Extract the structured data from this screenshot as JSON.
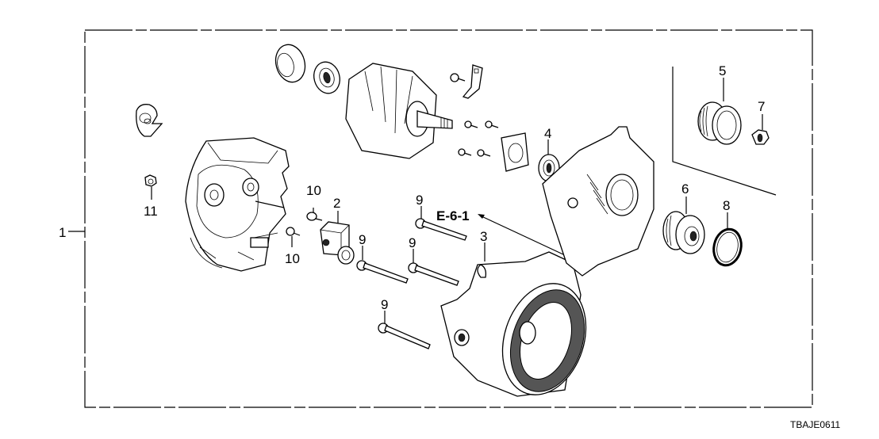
{
  "diagram": {
    "code": "TBAJE0611",
    "reference_label": "E-6-1",
    "callouts": [
      {
        "id": "1",
        "text": "1",
        "part": "alternator-assembly"
      },
      {
        "id": "2",
        "text": "2",
        "part": "brush-holder-regulator"
      },
      {
        "id": "3",
        "text": "3",
        "part": "stator-housing"
      },
      {
        "id": "4",
        "text": "4",
        "part": "bearing"
      },
      {
        "id": "5",
        "text": "5",
        "part": "pulley"
      },
      {
        "id": "6",
        "text": "6",
        "part": "clutch-pulley"
      },
      {
        "id": "7",
        "text": "7",
        "part": "nut"
      },
      {
        "id": "8",
        "text": "8",
        "part": "o-ring"
      },
      {
        "id": "9a",
        "text": "9",
        "part": "through-bolt"
      },
      {
        "id": "9b",
        "text": "9",
        "part": "through-bolt"
      },
      {
        "id": "9c",
        "text": "9",
        "part": "through-bolt"
      },
      {
        "id": "9d",
        "text": "9",
        "part": "through-bolt"
      },
      {
        "id": "10a",
        "text": "10",
        "part": "terminal-bolt"
      },
      {
        "id": "10b",
        "text": "10",
        "part": "terminal-bolt"
      },
      {
        "id": "11",
        "text": "11",
        "part": "terminal-nut"
      }
    ]
  }
}
